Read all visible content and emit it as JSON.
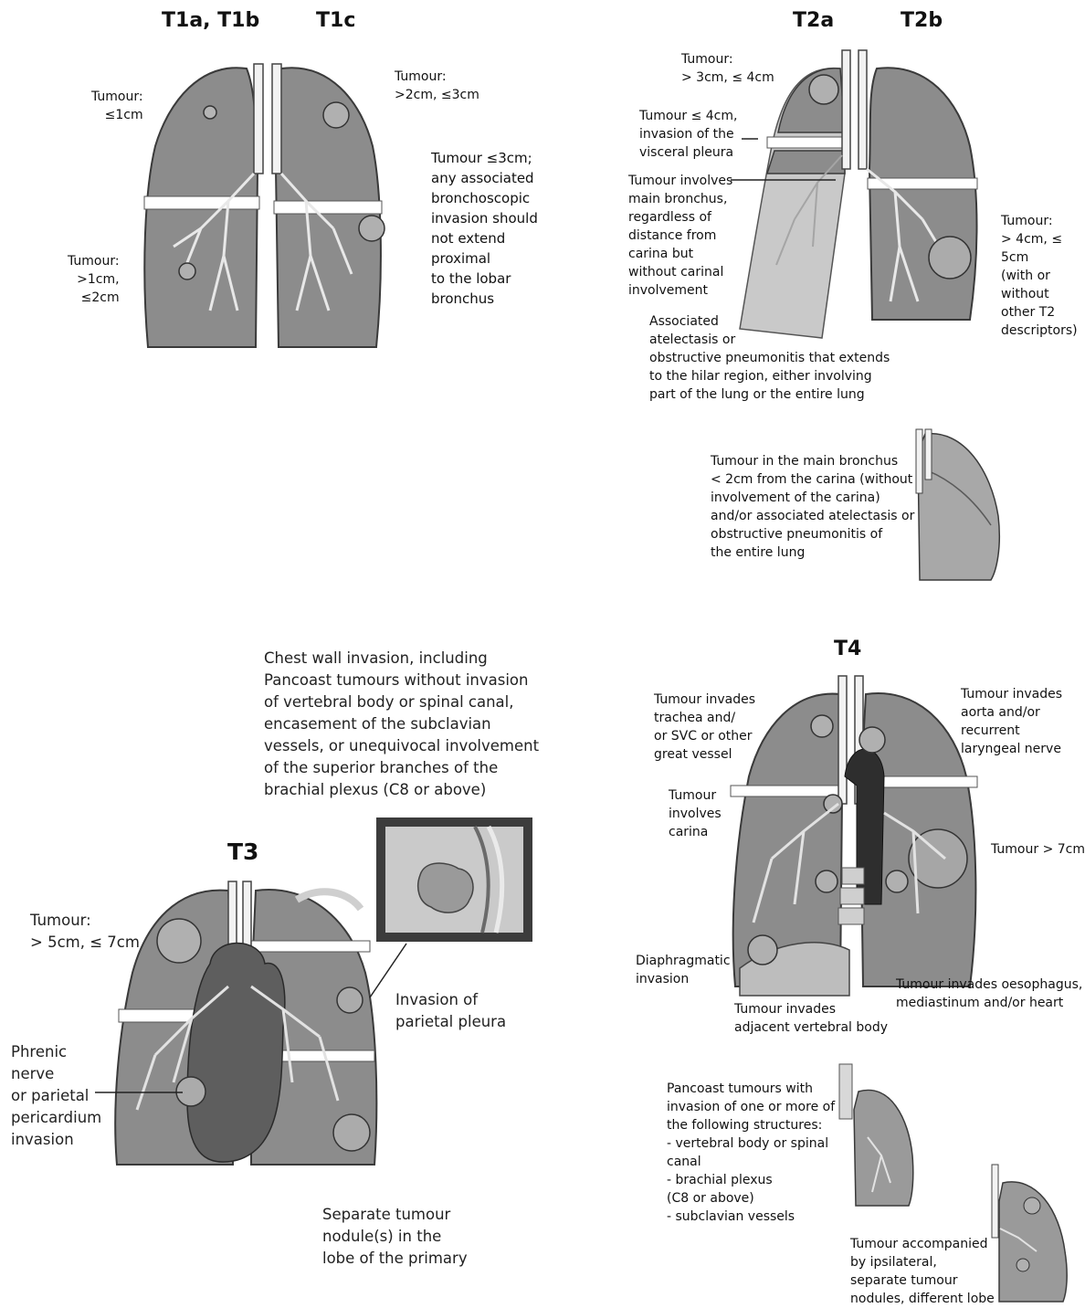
{
  "headers": {
    "t1ab": "T1a, T1b",
    "t1c": "T1c",
    "t2a": "T2a",
    "t2b": "T2b",
    "t3": "T3",
    "t4": "T4"
  },
  "t1_labels": {
    "t1a_size": "Tumour:\n≤1cm",
    "t1b_size": "Tumour:\n>1cm,\n≤2cm",
    "t1c_size": "Tumour:\n>2cm, ≤3cm",
    "bronchoscopic": "Tumour ≤3cm;\nany associated\nbronchoscopic\ninvasion should\nnot extend\nproximal\nto the lobar\nbronchus"
  },
  "t2_labels": {
    "t2a_size": "Tumour:\n> 3cm, ≤ 4cm",
    "visceral_pleura": "Tumour ≤ 4cm,\ninvasion of the\nvisceral pleura",
    "main_bronchus": "Tumour involves\nmain bronchus,\nregardless of\ndistance from\ncarina but\nwithout carinal\ninvolvement",
    "atelectasis": "Associated\natelectasis or\nobstructive pneumonitis that extends\nto the hilar region, either involving\npart of the lung or the entire lung",
    "t2b_size": "Tumour:\n> 4cm, ≤ 5cm\n(with or\nwithout\nother T2\ndescriptors)",
    "main_bronchus_2cm": "Tumour in the main bronchus\n< 2cm from the carina (without\ninvolvement of the carina)\nand/or associated atelectasis or\nobstructive pneumonitis of\nthe entire lung"
  },
  "t3_labels": {
    "chest_wall": "Chest wall invasion, including\nPancoast tumours without invasion\nof vertebral body or spinal canal,\nencasement of the subclavian\nvessels, or unequivocal involvement\nof the superior branches of the\nbrachial plexus (C8 or above)",
    "t3_size": "Tumour:\n> 5cm, ≤ 7cm",
    "parietal_pleura": "Invasion of\nparietal pleura",
    "phrenic": "Phrenic\nnerve\nor parietal\npericardium\ninvasion",
    "separate_nodule": "Separate tumour\nnodule(s) in the\nlobe of the primary"
  },
  "t4_labels": {
    "trachea": "Tumour invades\ntrachea and/\nor SVC or other\ngreat vessel",
    "aorta": "Tumour invades\naorta and/or\nrecurrent\nlaryngeal nerve",
    "carina": "Tumour\ninvolves\ncarina",
    "t4_size": "Tumour > 7cm",
    "diaphragm": "Diaphragmatic\ninvasion",
    "vertebral": "Tumour invades\nadjacent vertebral body",
    "oesophagus": "Tumour invades oesophagus,\nmediastinum and/or heart",
    "pancoast": "Pancoast tumours with\ninvasion of one or more of\nthe following structures:\n- vertebral body or spinal\n   canal\n- brachial plexus\n   (C8 or above)\n- subclavian vessels",
    "ipsilateral": "Tumour accompanied\nby ipsilateral,\nseparate tumour\nnodules, different lobe"
  },
  "colors": {
    "lung_fill": "#8c8c8c",
    "lung_edge": "#3a3a3a",
    "airway": "#f2f2f2",
    "heart": "#5e5e5e",
    "aorta": "#2e2e2e"
  }
}
